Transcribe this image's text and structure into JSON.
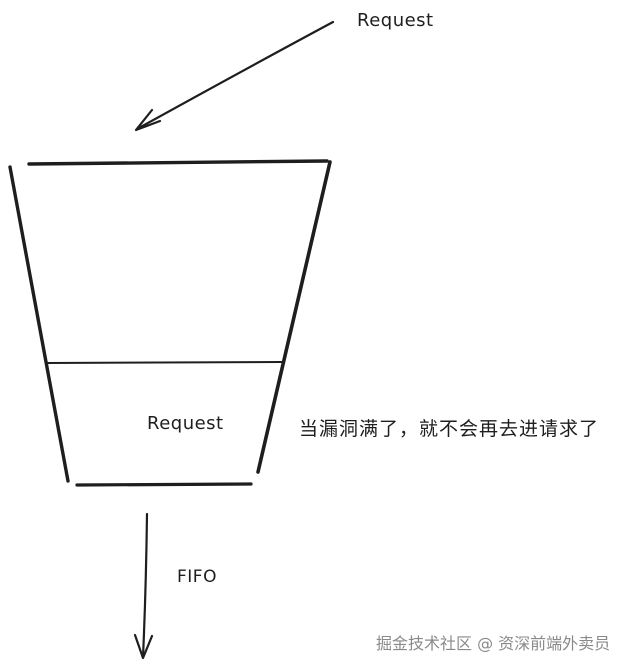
{
  "diagram": {
    "title": "Leaky bucket request diagram",
    "labels": {
      "incoming_request": "Request",
      "queued_request": "Request",
      "outflow": "FIFO",
      "full_note": "当漏洞满了，就不会再去进请求了"
    },
    "nodes": [
      {
        "id": "incoming",
        "type": "text",
        "label": "Request"
      },
      {
        "id": "bucket",
        "type": "trapezoid",
        "label": ""
      },
      {
        "id": "water-level",
        "type": "line",
        "label": ""
      },
      {
        "id": "queued",
        "type": "text",
        "label": "Request"
      },
      {
        "id": "note",
        "type": "text",
        "label": "当漏洞满了，就不会再去进请求了"
      }
    ],
    "edges": [
      {
        "from": "incoming",
        "to": "bucket",
        "type": "arrow"
      },
      {
        "from": "bucket",
        "to": "outflow",
        "type": "arrow",
        "label": "FIFO"
      }
    ],
    "stroke_color": "#1e1e1e",
    "background": "#ffffff"
  },
  "watermark": {
    "text": "掘金技术社区 @ 资深前端外卖员",
    "color": "#8a8a8a"
  }
}
